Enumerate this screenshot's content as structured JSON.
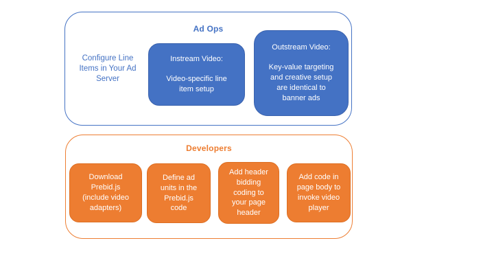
{
  "colors": {
    "blue": "#4472C4",
    "orange": "#ED7D31",
    "box_text": "#FFFFFF",
    "canvas_bg": "#FFFFFF"
  },
  "ad_ops": {
    "title": "Ad Ops",
    "side_note": "Configure Line\nItems in Your Ad\nServer",
    "boxes": [
      {
        "title": "Instream Video:",
        "body": "Video-specific line\nitem setup"
      },
      {
        "title": "Outstream Video:",
        "body": "Key-value targeting\nand creative setup\nare identical to\nbanner ads"
      }
    ]
  },
  "developers": {
    "title": "Developers",
    "steps": [
      {
        "label": "Download\nPrebid.js\n(include video\nadapters)"
      },
      {
        "label": "Define ad\nunits in the\nPrebid.js\ncode"
      },
      {
        "label": "Add header\nbidding\ncoding to\nyour page\nheader"
      },
      {
        "label": "Add code in\npage body to\ninvoke video\nplayer"
      }
    ]
  }
}
